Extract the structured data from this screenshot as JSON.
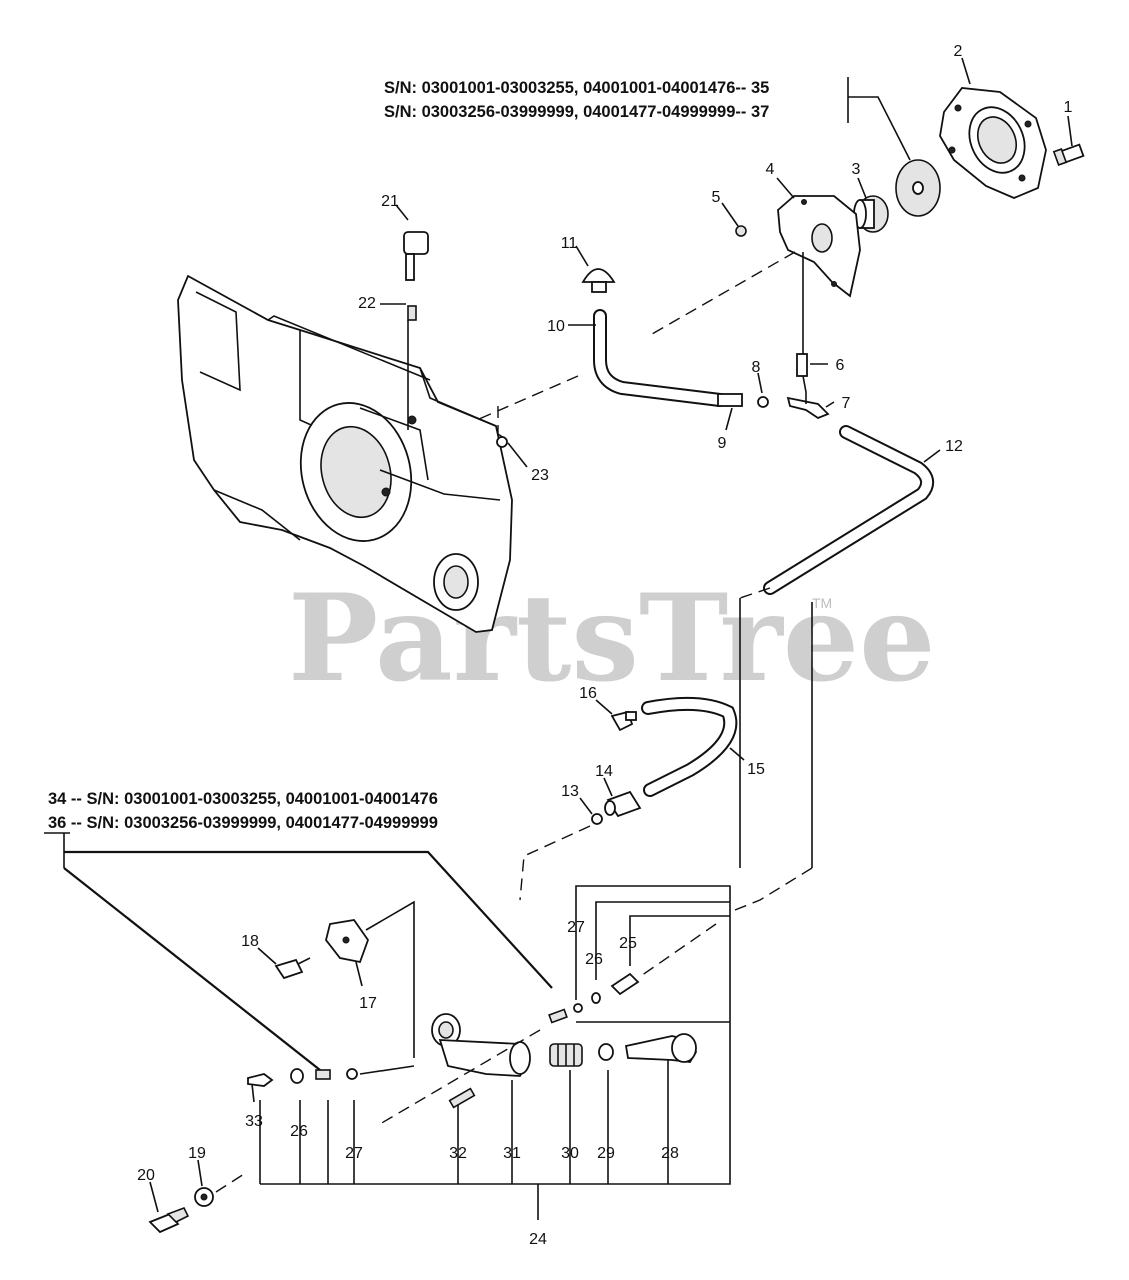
{
  "watermark": {
    "text": "PartsTree",
    "tm": "TM"
  },
  "notes": {
    "top_line_1": "S/N: 03001001-03003255, 04001001-04001476-- 35",
    "top_line_2": "S/N: 03003256-03999999, 04001477-04999999-- 37",
    "bottom_line_1": "34 -- S/N: 03001001-03003255, 04001001-04001476",
    "bottom_line_2": "36 -- S/N: 03003256-03999999, 04001477-04999999"
  },
  "callouts": {
    "c1": "1",
    "c2": "2",
    "c3": "3",
    "c4": "4",
    "c5": "5",
    "c6": "6",
    "c7": "7",
    "c8": "8",
    "c9": "9",
    "c10": "10",
    "c11": "11",
    "c12": "12",
    "c13": "13",
    "c14": "14",
    "c15": "15",
    "c16": "16",
    "c17": "17",
    "c18": "18",
    "c19": "19",
    "c20": "20",
    "c21": "21",
    "c22": "22",
    "c23": "23",
    "c24": "24",
    "c25": "25",
    "c26a": "26",
    "c26b": "26",
    "c27a": "27",
    "c27b": "27",
    "c28": "28",
    "c29": "29",
    "c30": "30",
    "c31": "31",
    "c32": "32",
    "c33": "33"
  }
}
